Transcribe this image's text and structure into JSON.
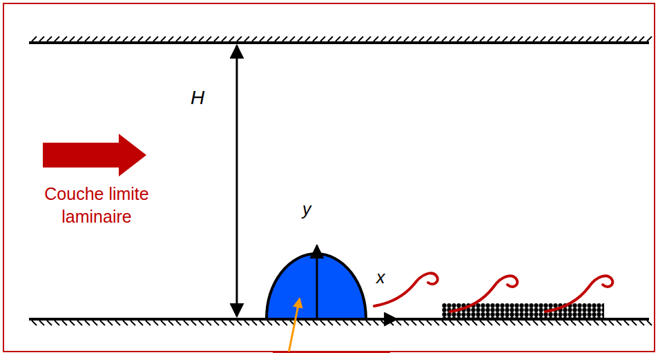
{
  "diagram": {
    "labels": [
      "H",
      "Couche limite laminaire",
      "y",
      "x"
    ]
  }
}
